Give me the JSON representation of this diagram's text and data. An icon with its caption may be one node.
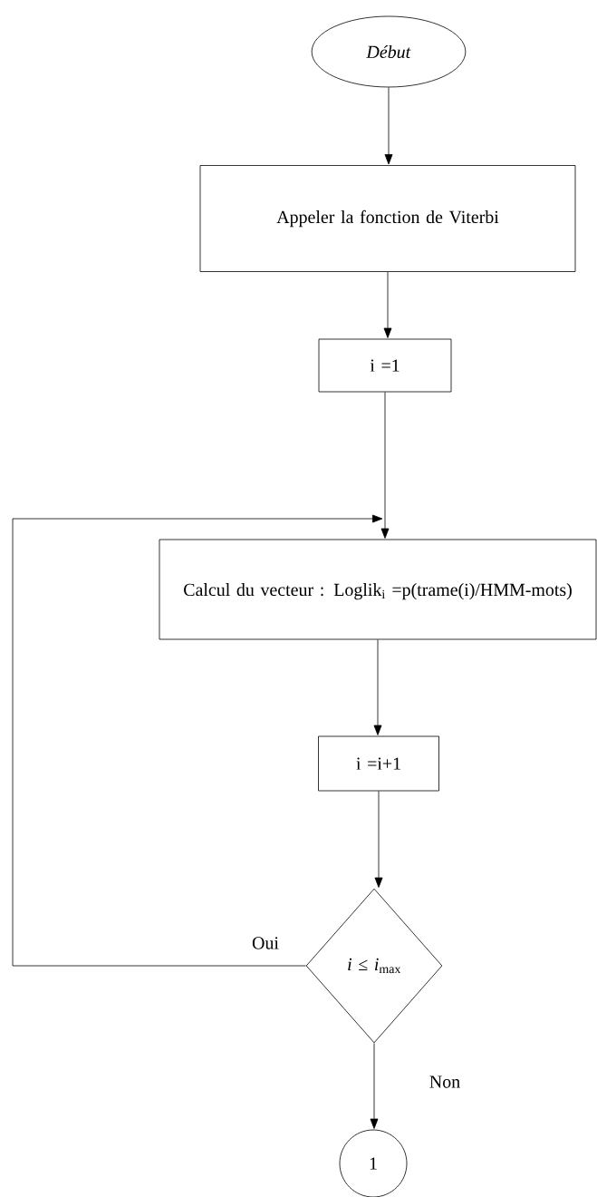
{
  "diagram": {
    "nodes": [
      {
        "text": [
          "*Début*"
        ]
      },
      {
        "text": [
          "Appeler la fonction de Viterbi"
        ]
      },
      {
        "text": [
          "i =1"
        ]
      },
      {
        "text": [
          "Calcul du vecteur : Loglik$_{i}$ =p(trame(i)/HMM-mots)"
        ]
      },
      {
        "text": [
          "i =i+1"
        ]
      },
      {
        "text": [
          "*i* ≤ *i*$_{max}$"
        ]
      },
      {
        "text": [
          "1"
        ]
      }
    ],
    "edges": [
      {
        "from": 0,
        "to": 1,
        "arrow": "to"
      },
      {
        "from": 1,
        "to": 2,
        "arrow": "to"
      },
      {
        "from": 2,
        "to": 3,
        "arrow": "to"
      },
      {
        "from": 3,
        "to": 4,
        "arrow": "to"
      },
      {
        "from": 5,
        "to": 3,
        "arrow": "to",
        "label": "Oui"
      },
      {
        "from": 4,
        "to": 5,
        "arrow": "to"
      },
      {
        "from": 5,
        "to": 6,
        "arrow": "to",
        "label": "Non"
      }
    ]
  }
}
